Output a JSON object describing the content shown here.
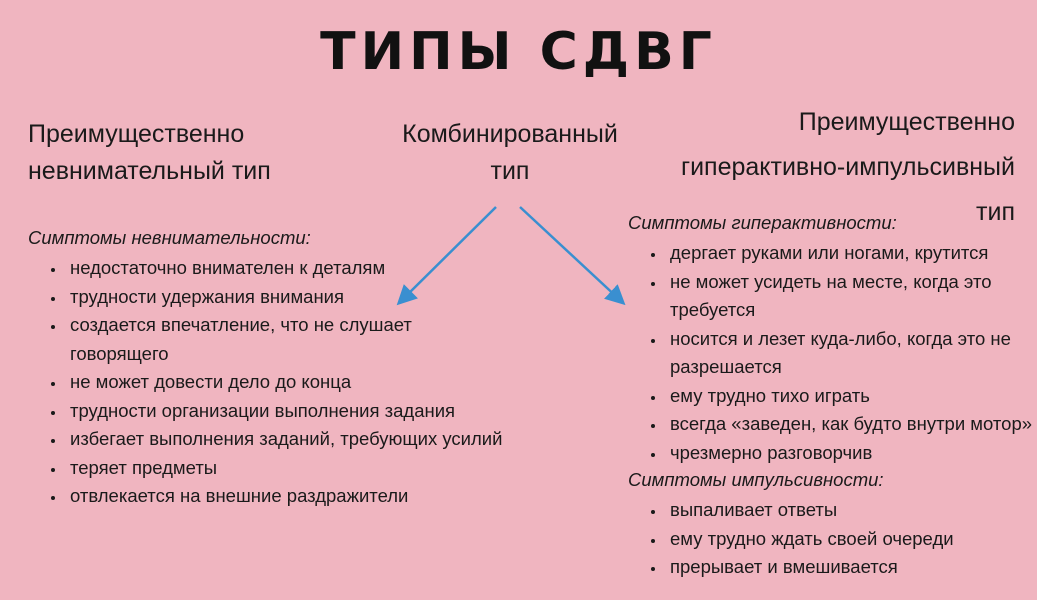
{
  "title": "ТИПЫ СДВГ",
  "left": {
    "heading": [
      "Преимущественно",
      "невнимательный тип"
    ],
    "label": "Симптомы невнимательности:",
    "items": [
      "недостаточно внимателен к деталям",
      "трудности удержания внимания",
      "создается впечатление, что не слушает говорящего",
      "не может довести дело до конца",
      "трудности организации выполнения задания",
      "избегает выполнения заданий, требующих усилий",
      "теряет предметы",
      "отвлекается на внешние раздражители"
    ]
  },
  "middle": {
    "heading": [
      "Комбинированный",
      "тип"
    ]
  },
  "right": {
    "heading": [
      "Преимущественно",
      "гиперактивно-импульсивный",
      "тип"
    ],
    "label_hyper": "Симптомы гиперактивности:",
    "hyper_items": [
      "дергает руками или ногами, крутится",
      "не может усидеть на месте, когда это требуется",
      "носится и лезет куда-либо, когда это не разрешается",
      "ему трудно тихо играть",
      "всегда «заведен, как будто внутри мотор»",
      "чрезмерно разговорчив"
    ],
    "label_impulse": "Симптомы импульсивности:",
    "impulse_items": [
      "выпаливает ответы",
      "ему трудно ждать своей очереди",
      "прерывает и вмешивается"
    ]
  },
  "colors": {
    "background": "#f0b5c0",
    "arrow": "#3a8fd0",
    "text": "#1a1a1a"
  }
}
